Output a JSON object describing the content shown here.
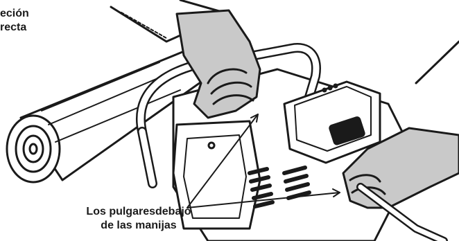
{
  "captions": {
    "top_fragment": [
      "eción",
      "recta"
    ],
    "bottom": [
      "Los pulgaresdebajo",
      "de las manijas"
    ]
  },
  "illustration": {
    "subjects": [
      "log",
      "chainsaw",
      "left-gloved-hand",
      "right-gloved-hand",
      "battery-pack"
    ],
    "line_color": "#1a1a1a",
    "glove_fill": "#c9c9c9",
    "background": "#ffffff"
  }
}
